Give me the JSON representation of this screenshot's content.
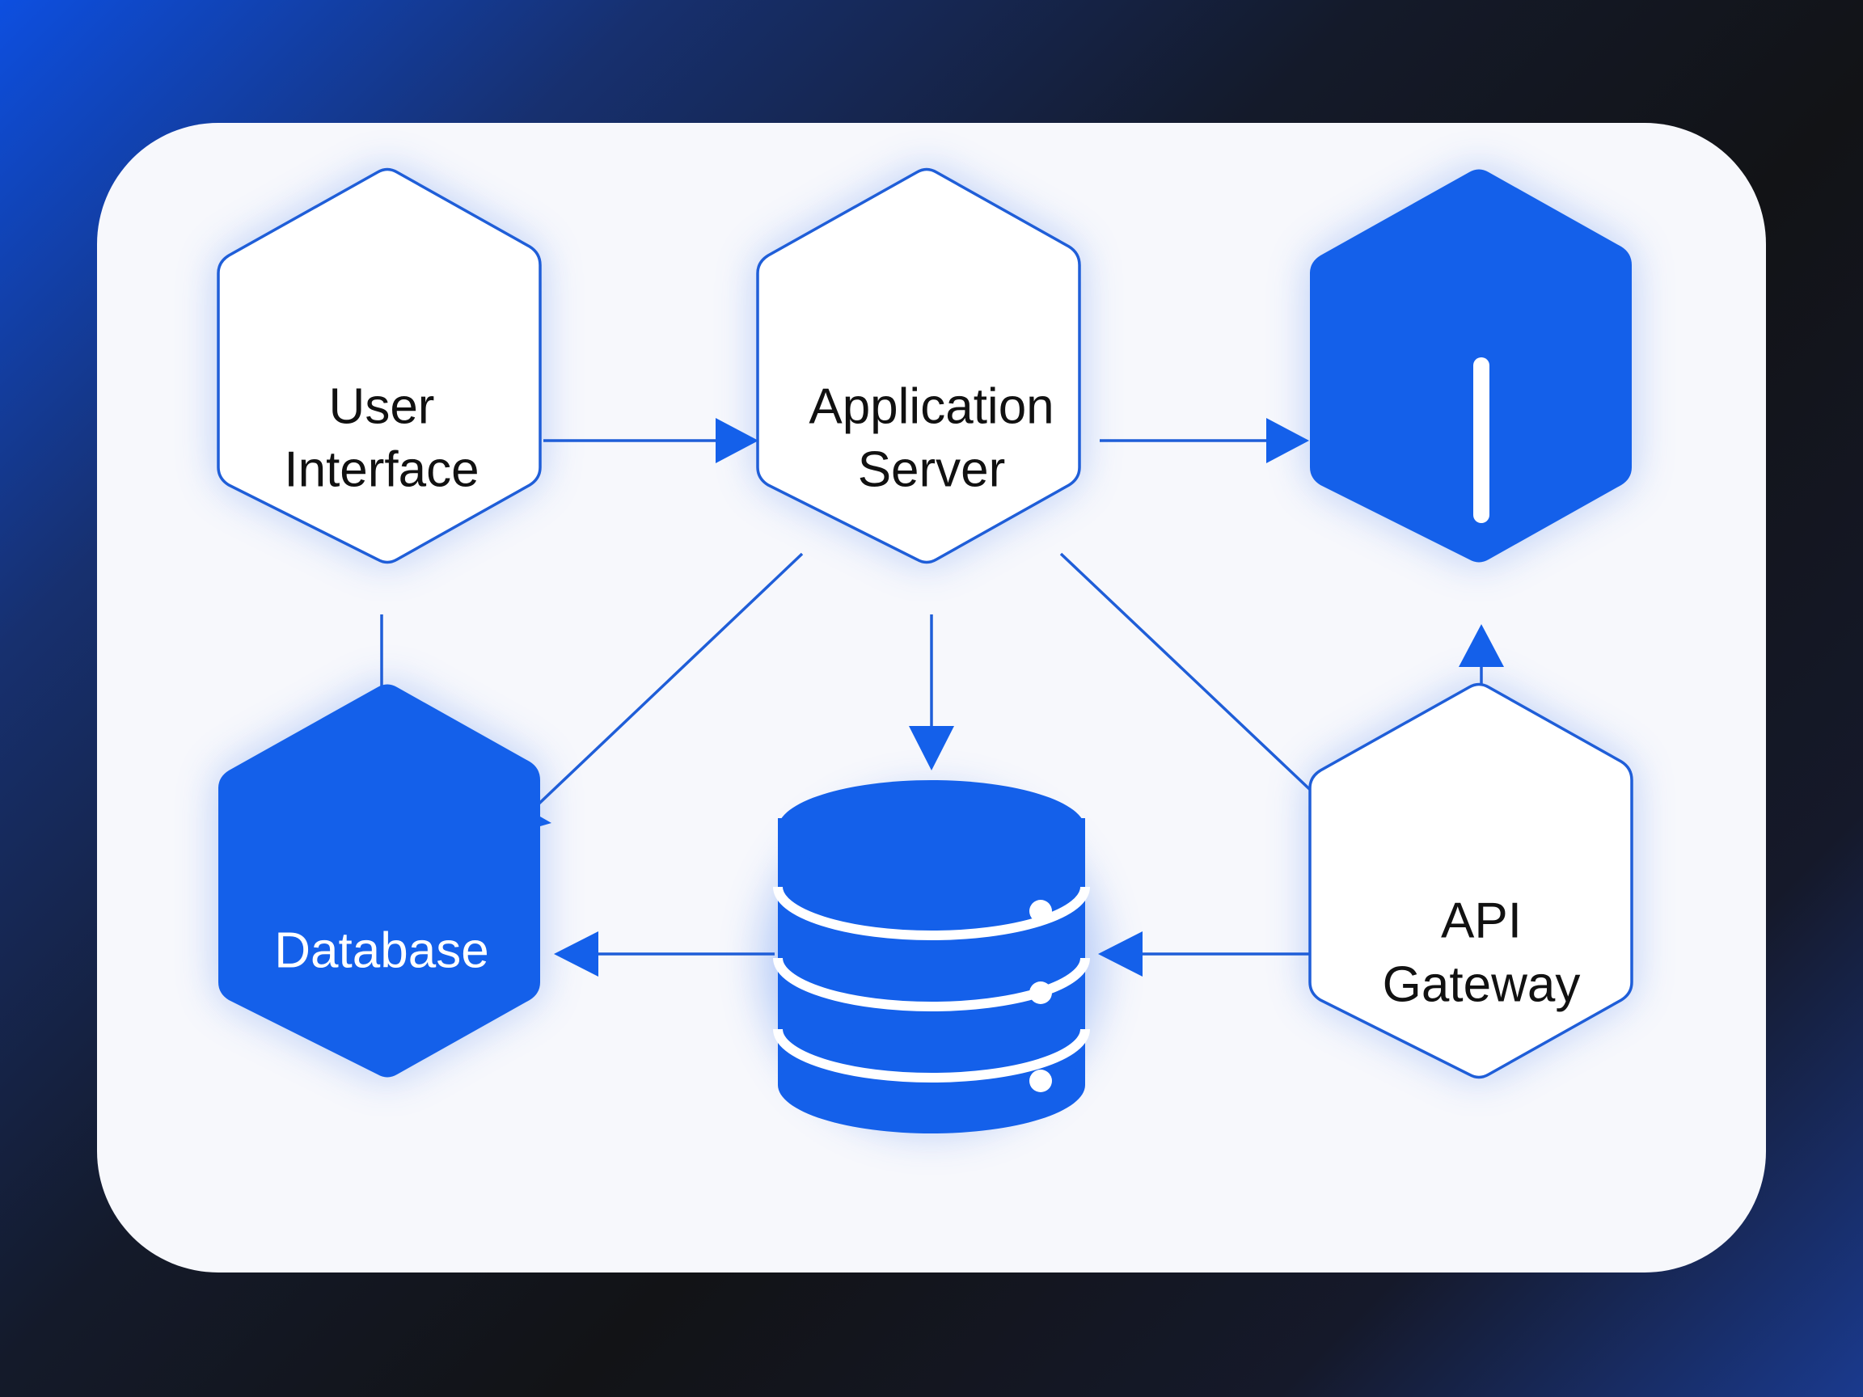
{
  "colors": {
    "accent": "#1460ea",
    "node_outline": "#1f5ed8",
    "text_dark": "#111111",
    "text_light": "#ffffff",
    "card_background": "#f7f8fc"
  },
  "nodes": {
    "user_interface": {
      "line1": "User",
      "line2": "Interface"
    },
    "application_server": {
      "line1": "Application",
      "line2": "Server"
    },
    "top_right": {
      "icon": "vertical-bar-icon"
    },
    "database": {
      "label": "Database"
    },
    "storage": {
      "icon": "database-cylinder-icon"
    },
    "api_gateway": {
      "line1": "API",
      "line2": "Gateway"
    }
  }
}
